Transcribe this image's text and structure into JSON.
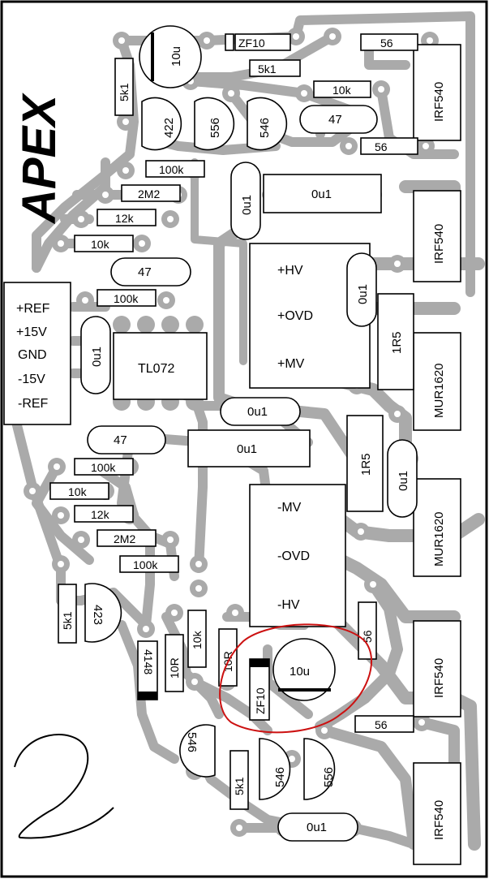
{
  "brand": {
    "logo": "APEX"
  },
  "handwritten_number": "2",
  "power_header": {
    "pins": [
      "+REF",
      "+15V",
      "GND",
      "-15V",
      "-REF"
    ]
  },
  "connectors": {
    "top": [
      "+HV",
      "+OVD",
      "+MV"
    ],
    "bottom": [
      "-MV",
      "-OVD",
      "-HV"
    ]
  },
  "ic": "TL072",
  "labels": {
    "zf10": "ZF10",
    "c10u": "10u",
    "r56": "56",
    "r5k1": "5k1",
    "r10k": "10k",
    "r47": "47",
    "t422": "422",
    "t556": "556",
    "t546": "546",
    "t423": "423",
    "c0u1": "0u1",
    "r100k": "100k",
    "r2m2": "2M2",
    "r12k": "12k",
    "irf540": "IRF540",
    "mur1620": "MUR1620",
    "r1r5": "1R5",
    "r10r": "10R",
    "d4148": "4148"
  },
  "colors": {
    "trace": "#aaaaaa",
    "highlight": "#cc1111",
    "ink": "#000000"
  }
}
